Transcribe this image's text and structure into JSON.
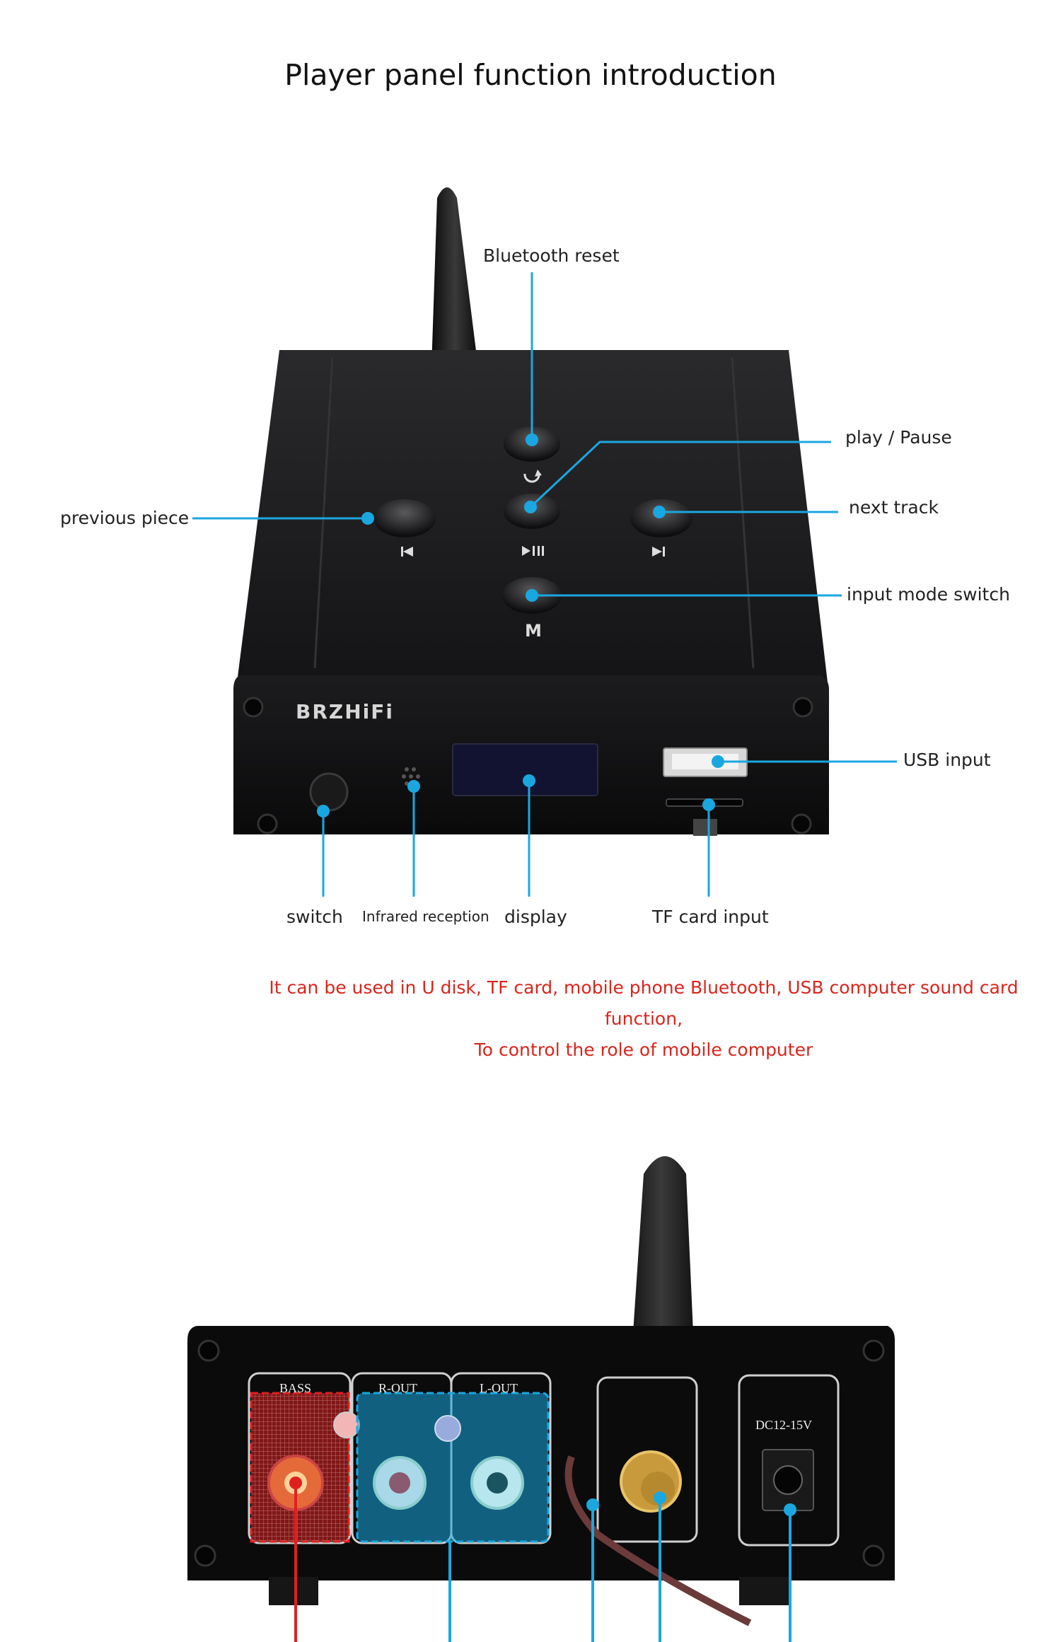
{
  "title": "Player panel function introduction",
  "front_panel": {
    "brand": "BRZHiFi",
    "button_symbols": {
      "m": "M"
    },
    "callouts": {
      "bluetooth_reset": "Bluetooth reset",
      "play_pause": "play / Pause",
      "previous_piece": "previous piece",
      "next_track": "next track",
      "input_mode_switch": "input mode switch",
      "usb_input": "USB input",
      "switch": "switch",
      "infrared_reception": "Infrared reception",
      "display": "display",
      "tf_card_input": "TF card input"
    }
  },
  "note": {
    "line1": "It can be used in U disk, TF card, mobile phone Bluetooth, USB computer sound card function,",
    "line2": "To control the role of mobile computer"
  },
  "rear_panel": {
    "bass_label": "BASS",
    "rout_label": "R-OUT",
    "lout_label": "L-OUT",
    "dc_label": "DC12-15V"
  },
  "colors": {
    "callout": "#1aa7e0",
    "note": "#d9251c",
    "bass_highlight": "#e02020",
    "out_highlight": "#1aa7e0"
  }
}
